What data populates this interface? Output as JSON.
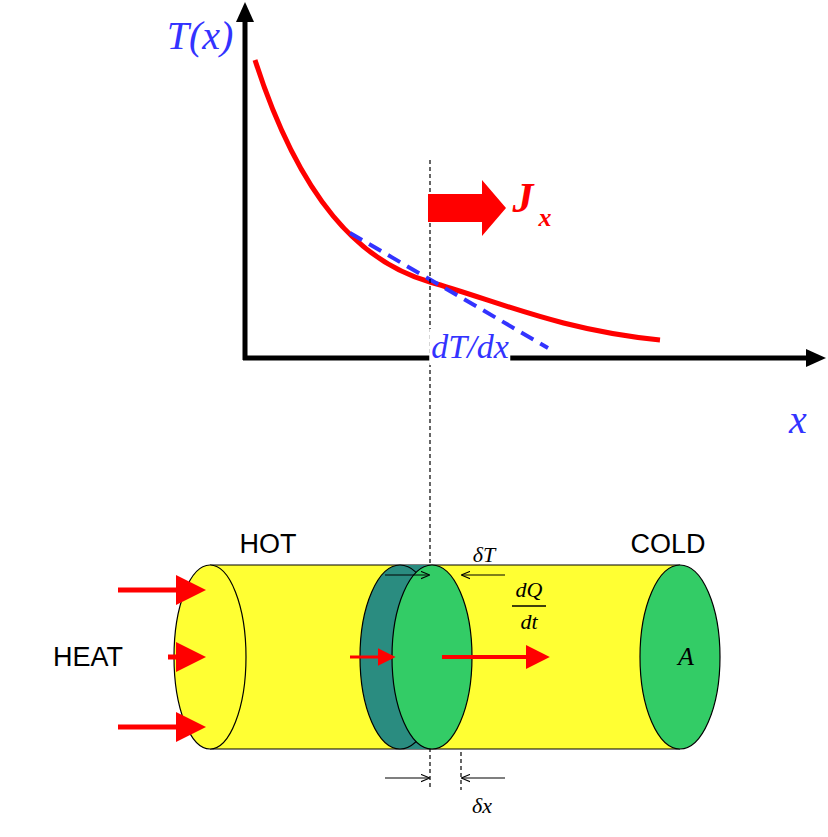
{
  "diagram": {
    "labels": [
      "T(x)",
      "J",
      "x",
      "dT/dx",
      "x",
      "HOT",
      "COLD",
      "HEAT",
      "δT",
      "dQ",
      "dt",
      "A",
      "δx"
    ]
  }
}
